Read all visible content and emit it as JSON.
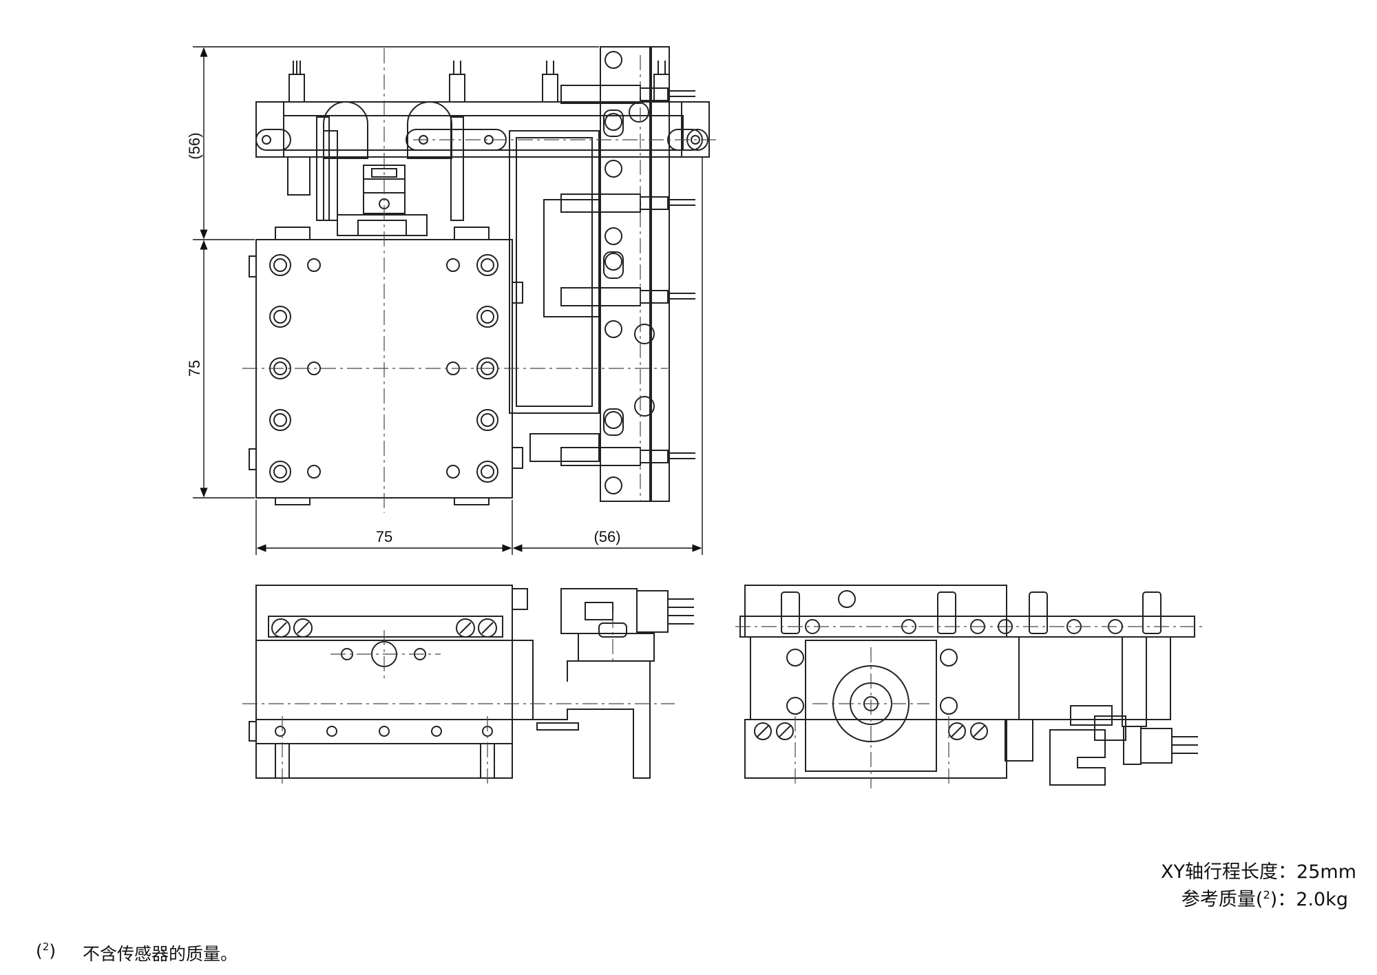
{
  "dimensions": {
    "top_height": "(56)",
    "stage_height": "75",
    "stage_width": "75",
    "side_width": "(56)"
  },
  "specs": {
    "stroke": "XY轴行程长度：25mm",
    "mass_label": "参考质量(",
    "mass_sup": "2",
    "mass_value": ")：2.0kg"
  },
  "footnote": {
    "mark_open": "(",
    "mark_sup": "2",
    "mark_close": ")",
    "text": "不含传感器的质量。"
  },
  "colors": {
    "line": "#222222",
    "centerline": "#444444",
    "background": "#ffffff"
  }
}
